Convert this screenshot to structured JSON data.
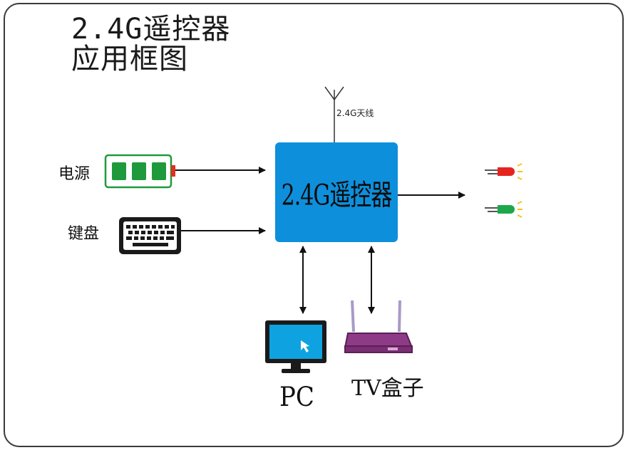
{
  "title": {
    "line1": "2.4G遥控器",
    "line2": "应用框图"
  },
  "antenna_label": "2.4G天线",
  "core_label": "2.4G遥控器",
  "inputs": {
    "power_label": "电源",
    "keyboard_label": "键盘"
  },
  "devices": {
    "pc_label": "PC",
    "tv_label": "TV盒子"
  },
  "colors": {
    "core": "#0e8fdc",
    "led_panel": "#f4a9a9",
    "battery": "#1e9a3c",
    "tv_box": "#8e3b87",
    "monitor": "#0ea3e0"
  }
}
